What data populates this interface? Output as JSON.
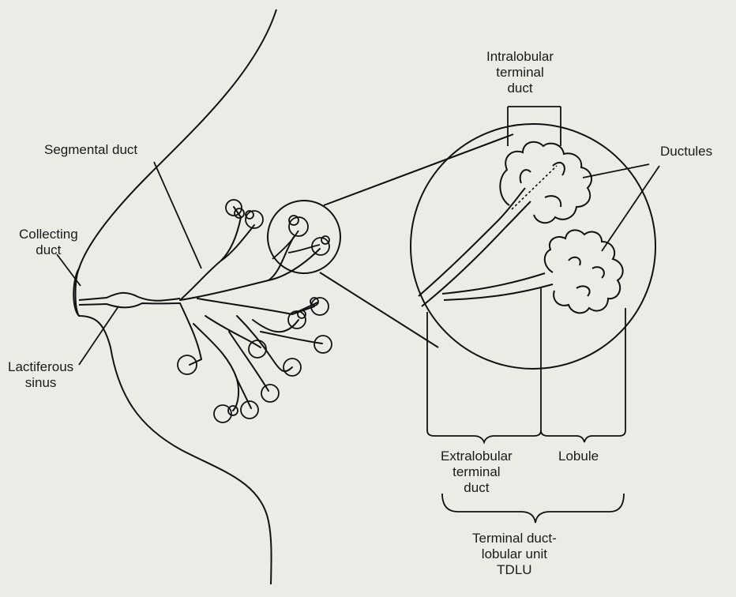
{
  "labels": {
    "segmental_duct": "Segmental duct",
    "collecting_duct": [
      "Collecting",
      "duct"
    ],
    "lactiferous_sinus": [
      "Lactiferous",
      "sinus"
    ],
    "intralobular_terminal_duct": [
      "Intralobular",
      "terminal",
      "duct"
    ],
    "ductules": "Ductules",
    "extralobular_terminal_duct": [
      "Extralobular",
      "terminal",
      "duct"
    ],
    "lobule": "Lobule",
    "terminal_duct_lobular_unit": [
      "Terminal duct-",
      "lobular unit",
      "TDLU"
    ]
  }
}
